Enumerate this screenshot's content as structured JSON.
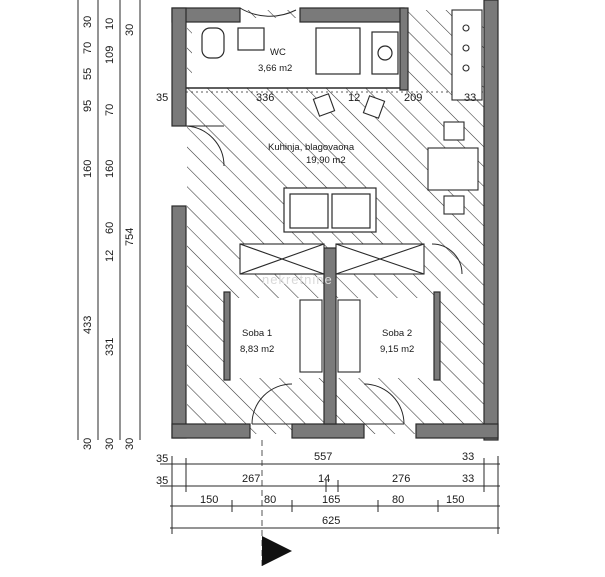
{
  "rooms": {
    "wc": {
      "name": "WC",
      "area": "3,66 m2"
    },
    "kitchen": {
      "name": "Kuhinja, blagovaona",
      "area": "19,90 m2"
    },
    "soba1": {
      "name": "Soba 1",
      "area": "8,83 m2"
    },
    "soba2": {
      "name": "Soba 2",
      "area": "9,15 m2"
    }
  },
  "watermark": "nekretnine",
  "dimensions": {
    "left_outer": [
      "30",
      "70",
      "55",
      "95",
      "160",
      "433",
      "30"
    ],
    "left_mid": [
      "10",
      "109",
      "70",
      "160",
      "60",
      "12",
      "331",
      "30"
    ],
    "left_inner": [
      "30",
      "754",
      "30"
    ],
    "horizontal_wc": [
      "35",
      "336",
      "12",
      "209",
      "33"
    ],
    "bottom_row1": [
      "35",
      "557",
      "33"
    ],
    "bottom_row2": [
      "35",
      "267",
      "14",
      "276",
      "33"
    ],
    "bottom_row3": [
      "150",
      "80",
      "165",
      "80",
      "150"
    ],
    "bottom_total": "625"
  }
}
